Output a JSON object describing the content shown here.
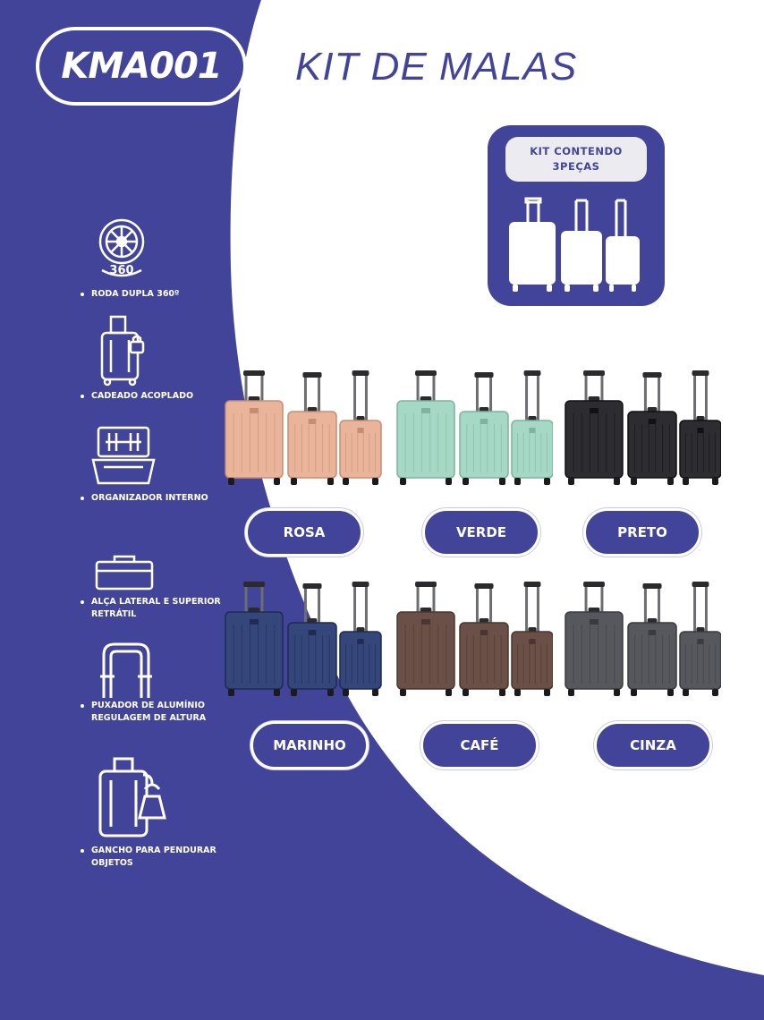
{
  "header": {
    "code": "KMA001",
    "title": "KIT DE MALAS"
  },
  "kit": {
    "line1": "KIT CONTENDO",
    "line2": "3PEÇAS"
  },
  "features": [
    {
      "label": "RODA DUPLA 360º",
      "icon": "wheel-360-icon",
      "badge": "360"
    },
    {
      "label": "CADEADO ACOPLADO",
      "icon": "suitcase-lock-icon"
    },
    {
      "label": "ORGANIZADOR INTERNO",
      "icon": "open-suitcase-icon"
    },
    {
      "label_line1": "ALÇA LATERAL E SUPERIOR",
      "label_line2": "RETRÁTIL",
      "icon": "side-handle-icon"
    },
    {
      "label_line1": "PUXADOR DE ALUMÍNIO",
      "label_line2": "REGULAGEM DE ALTURA",
      "icon": "telescopic-handle-icon"
    },
    {
      "label_line1": "GANCHO PARA PENDURAR",
      "label_line2": "OBJETOS",
      "icon": "suitcase-hook-bag-icon"
    }
  ],
  "colors": [
    {
      "name": "ROSA",
      "hex": "#e9b49a",
      "dark": "#c48e74"
    },
    {
      "name": "VERDE",
      "hex": "#a6d8c6",
      "dark": "#7fb3a1"
    },
    {
      "name": "PRETO",
      "hex": "#2d2d31",
      "dark": "#111114"
    },
    {
      "name": "MARINHO",
      "hex": "#34467a",
      "dark": "#1e2b52"
    },
    {
      "name": "CAFÉ",
      "hex": "#6b5047",
      "dark": "#4a3630"
    },
    {
      "name": "CINZA",
      "hex": "#57585d",
      "dark": "#3a3b3f"
    }
  ],
  "theme": {
    "primary": "#42449a",
    "white": "#ffffff"
  }
}
